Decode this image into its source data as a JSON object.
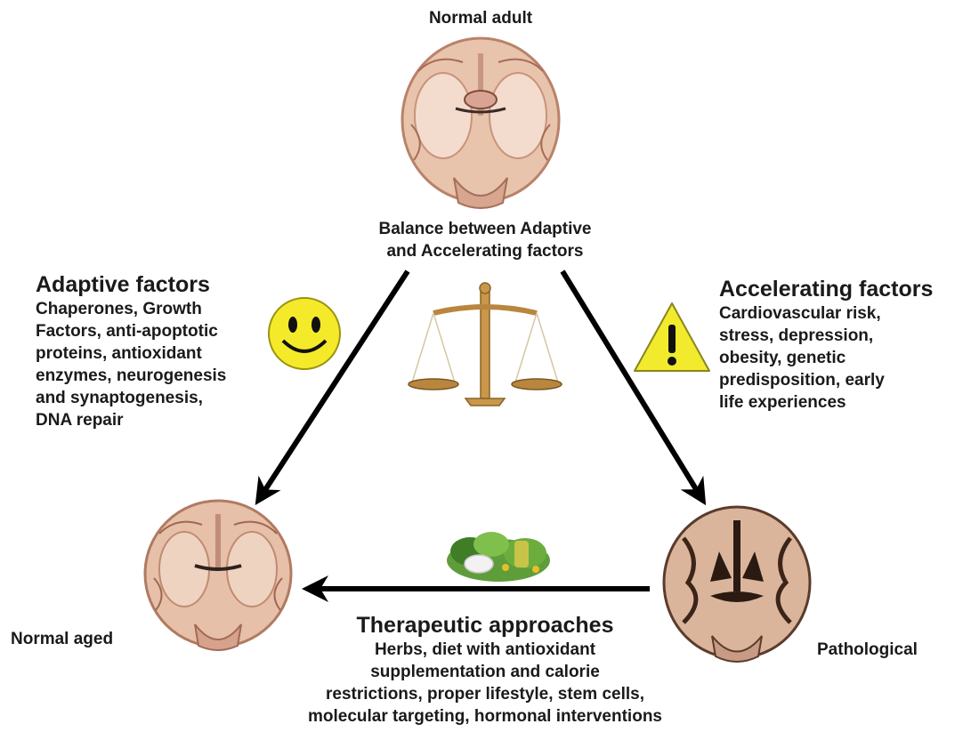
{
  "top_node": {
    "label": "Normal adult"
  },
  "balance": {
    "label_line1": "Balance between Adaptive",
    "label_line2": "and Accelerating factors"
  },
  "adaptive": {
    "heading": "Adaptive factors",
    "lines": [
      "Chaperones, Growth",
      "Factors, anti-apoptotic",
      "proteins, antioxidant",
      "enzymes, neurogenesis",
      "and synaptogenesis,",
      "DNA repair"
    ]
  },
  "accelerating": {
    "heading": "Accelerating factors",
    "lines": [
      "Cardiovascular risk,",
      "stress, depression,",
      "obesity, genetic",
      "predisposition, early",
      "life experiences"
    ]
  },
  "left_node": {
    "label": "Normal aged"
  },
  "right_node": {
    "label": "Pathological"
  },
  "therapeutic": {
    "heading": "Therapeutic approaches",
    "lines": [
      "Herbs, diet with antioxidant",
      "supplementation and calorie",
      "restrictions, proper lifestyle, stem cells,",
      "molecular targeting, hormonal interventions"
    ]
  },
  "icons": [
    "brain-normal-adult",
    "smiley-face",
    "warning-sign",
    "balance-scale",
    "herbs-bowl",
    "brain-normal-aged",
    "brain-pathological"
  ],
  "colors": {
    "arrow": "#000000",
    "smiley": "#f5ea2a",
    "warning": "#f2ea2c",
    "brain_tissue": "#e9c9b3",
    "brain_outline": "#c58a72"
  }
}
